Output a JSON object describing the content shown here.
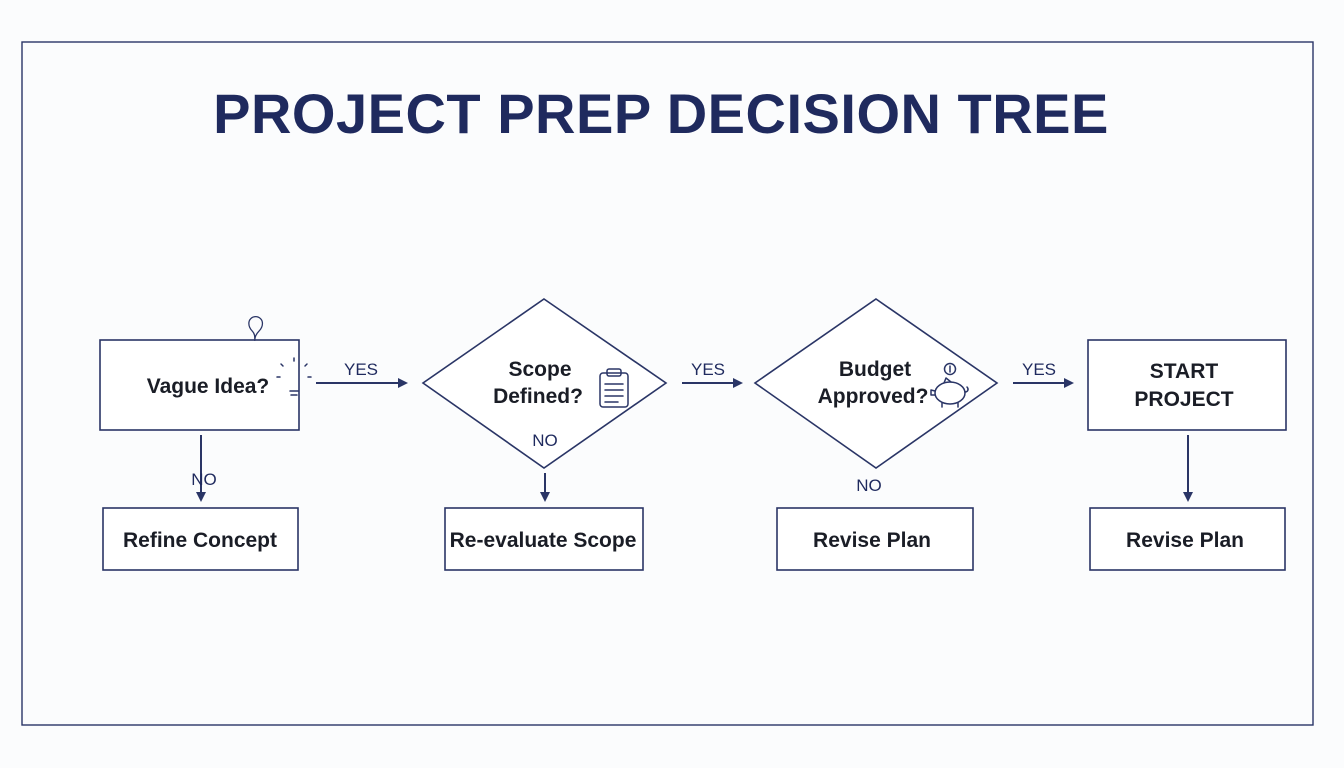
{
  "title": "PROJECT PREP DECISION TREE",
  "nodes": {
    "vague_idea": {
      "lines": [
        "Vague Idea?"
      ],
      "icon": "lightbulb-icon"
    },
    "scope_defined": {
      "lines": [
        "Scope",
        "Defined?"
      ],
      "icon": "clipboard-icon"
    },
    "budget_approved": {
      "lines": [
        "Budget",
        "Approved?"
      ],
      "icon": "piggy-bank-icon"
    },
    "start_project": {
      "lines": [
        "START",
        "PROJECT"
      ]
    },
    "refine_concept": {
      "lines": [
        "Refine Concept"
      ]
    },
    "reevaluate_scope": {
      "lines": [
        "Re-evaluate Scope"
      ]
    },
    "revise_plan_1": {
      "lines": [
        "Revise Plan"
      ]
    },
    "revise_plan_2": {
      "lines": [
        "Revise Plan"
      ]
    }
  },
  "edge_labels": {
    "yes_1": "YES",
    "yes_2": "YES",
    "yes_3": "YES",
    "no_1": "NO",
    "no_2": "NO",
    "no_3": "NO"
  },
  "colors": {
    "primary": "#1f2a5e",
    "stroke": "#2a3566",
    "background": "#fbfcfd"
  }
}
